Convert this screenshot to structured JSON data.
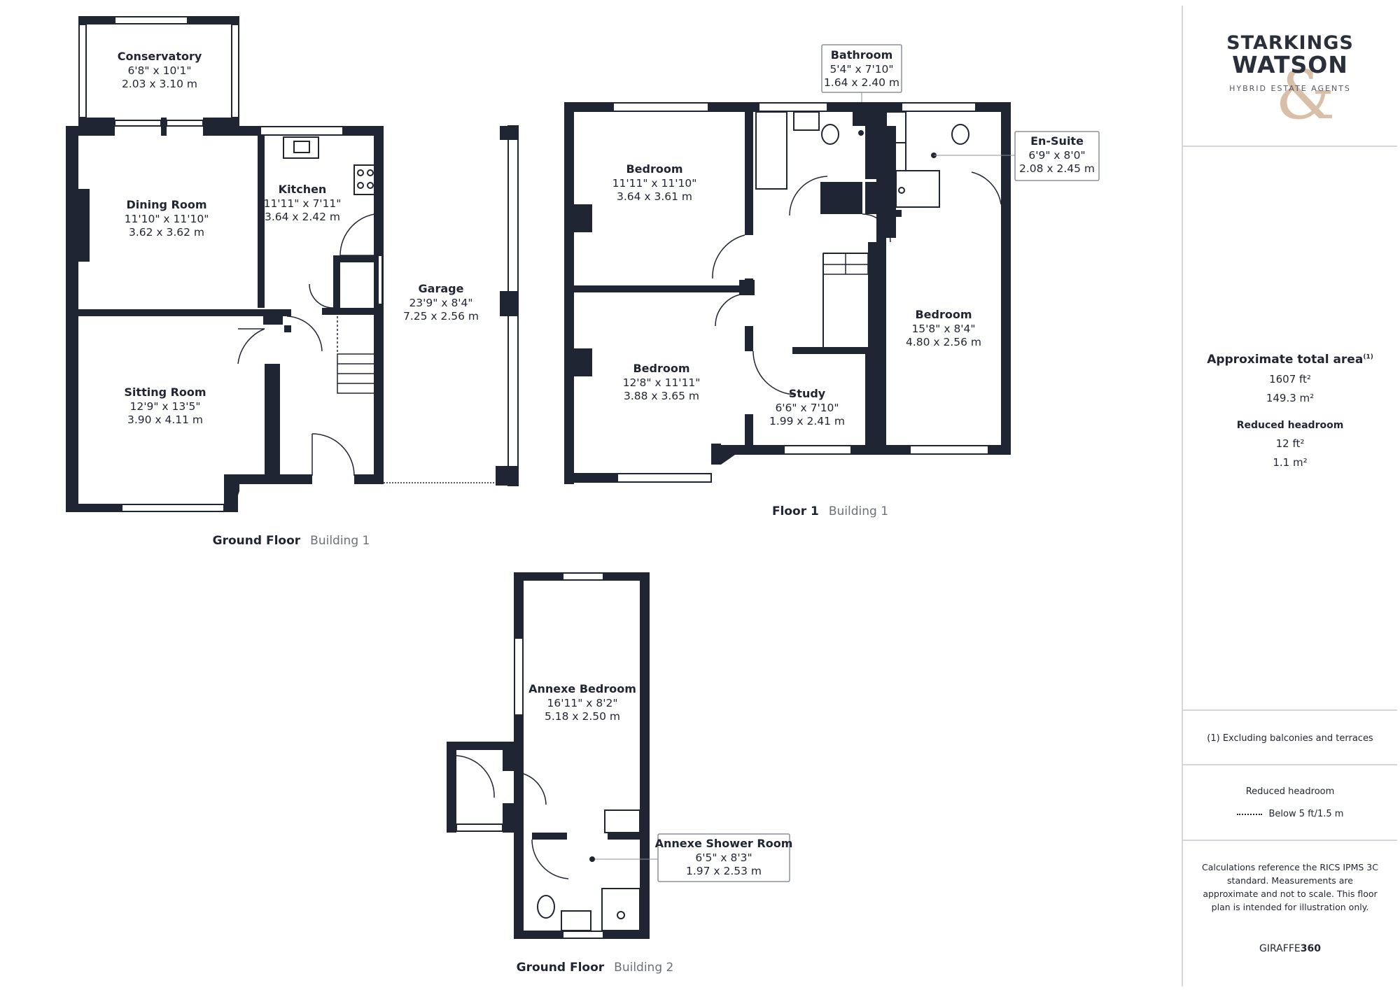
{
  "rooms": [
    {
      "id": "conservatory",
      "name": "Conservatory",
      "imperial": "6'8\" x 10'1\"",
      "metric": "2.03 x 3.10 m"
    },
    {
      "id": "dining-room",
      "name": "Dining Room",
      "imperial": "11'10\" x 11'10\"",
      "metric": "3.62 x 3.62 m"
    },
    {
      "id": "kitchen",
      "name": "Kitchen",
      "imperial": "11'11\" x 7'11\"",
      "metric": "3.64 x 2.42 m"
    },
    {
      "id": "garage",
      "name": "Garage",
      "imperial": "23'9\" x 8'4\"",
      "metric": "7.25 x 2.56 m"
    },
    {
      "id": "sitting-room",
      "name": "Sitting Room",
      "imperial": "12'9\" x 13'5\"",
      "metric": "3.90 x 4.11 m"
    },
    {
      "id": "bathroom",
      "name": "Bathroom",
      "imperial": "5'4\" x 7'10\"",
      "metric": "1.64 x 2.40 m"
    },
    {
      "id": "en-suite",
      "name": "En-Suite",
      "imperial": "6'9\" x 8'0\"",
      "metric": "2.08 x 2.45 m"
    },
    {
      "id": "bedroom-1",
      "name": "Bedroom",
      "imperial": "11'11\" x 11'10\"",
      "metric": "3.64 x 3.61 m"
    },
    {
      "id": "bedroom-2",
      "name": "Bedroom",
      "imperial": "12'8\" x 11'11\"",
      "metric": "3.88 x 3.65 m"
    },
    {
      "id": "bedroom-3",
      "name": "Bedroom",
      "imperial": "15'8\" x 8'4\"",
      "metric": "4.80 x 2.56 m"
    },
    {
      "id": "study",
      "name": "Study",
      "imperial": "6'6\" x 7'10\"",
      "metric": "1.99 x 2.41 m"
    },
    {
      "id": "annexe-bedroom",
      "name": "Annexe Bedroom",
      "imperial": "16'11\" x 8'2\"",
      "metric": "5.18 x 2.50 m"
    },
    {
      "id": "annexe-shower",
      "name": "Annexe Shower Room",
      "imperial": "6'5\" x 8'3\"",
      "metric": "1.97 x 2.53 m"
    }
  ],
  "floors": [
    {
      "id": "gf-b1",
      "level": "Ground Floor",
      "building": "Building 1"
    },
    {
      "id": "f1-b1",
      "level": "Floor 1",
      "building": "Building 1"
    },
    {
      "id": "gf-b2",
      "level": "Ground Floor",
      "building": "Building 2"
    }
  ],
  "sidebar": {
    "logo_line1": "STARKINGS",
    "logo_line2": "WATSON",
    "logo_symbol": "&",
    "logo_tagline": "HYBRID ESTATE AGENTS",
    "area_title": "Approximate total area",
    "area_footnote_mark": "(1)",
    "area_ft": "1607 ft²",
    "area_m": "149.3 m²",
    "reduced_title": "Reduced headroom",
    "reduced_ft": "12 ft²",
    "reduced_m": "1.1 m²",
    "footnote": "(1) Excluding balconies and terraces",
    "legend_title": "Reduced headroom",
    "legend_text": "Below 5 ft/1.5 m",
    "disclaimer": "Calculations reference the RICS IPMS 3C standard. Measurements are approximate and not to scale. This floor plan is intended for illustration only.",
    "brand_a": "GIRAFFE",
    "brand_b": "360"
  },
  "colors": {
    "wall": "#1f2532",
    "divider": "#d4d6db",
    "accent": "#d9bfa8"
  }
}
